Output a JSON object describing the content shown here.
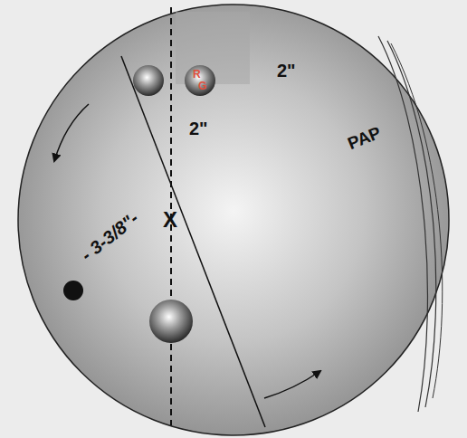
{
  "diagram": {
    "labels": [
      "2\"",
      "2\"",
      "PAP",
      "- 3-3/8\"-",
      "X",
      "R",
      "G"
    ]
  }
}
